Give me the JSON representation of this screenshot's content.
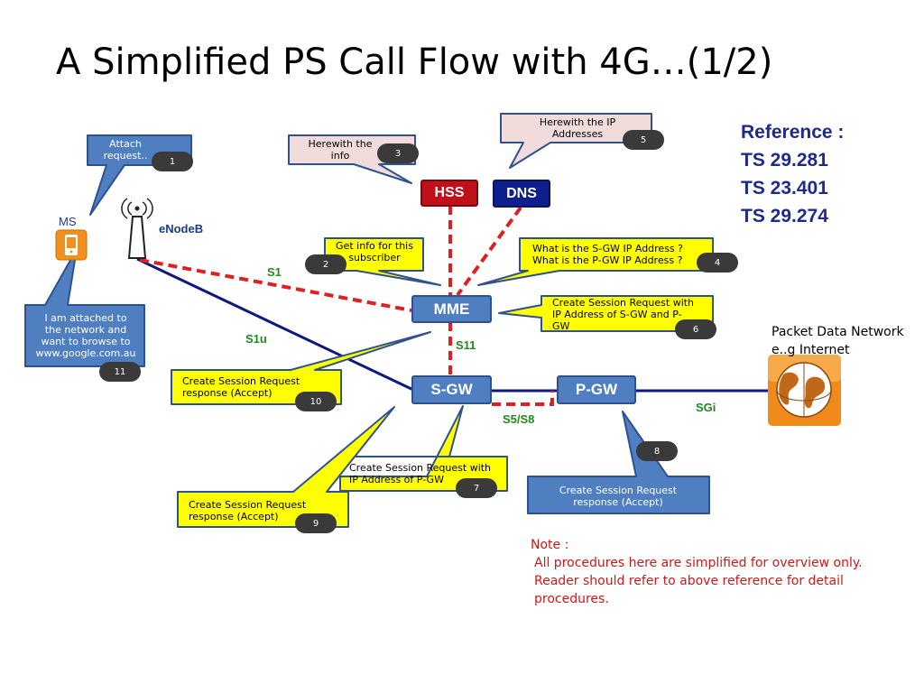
{
  "title": "A Simplified PS Call Flow with 4G…(1/2)",
  "reference": {
    "heading": "Reference :",
    "specs": [
      "TS 29.281",
      "TS 23.401",
      "TS 29.274"
    ]
  },
  "nodes": {
    "hss": "HSS",
    "dns": "DNS",
    "mme": "MME",
    "sgw": "S-GW",
    "pgw": "P-GW",
    "enodeb": "eNodeB",
    "ms": "MS",
    "pdn_line1": "Packet Data Network",
    "pdn_line2": "e..g Internet"
  },
  "interfaces": {
    "s1": "S1",
    "s1u": "S1u",
    "s11": "S11",
    "s5s8": "S5/S8",
    "sgi": "SGi"
  },
  "callouts": {
    "c1": {
      "line1": "Attach",
      "line2": "request..",
      "num": "1"
    },
    "c2": {
      "line1": "Get info for this",
      "line2": "subscriber",
      "num": "2"
    },
    "c3": {
      "line1": "Herewith the",
      "line2": "info",
      "num": "3"
    },
    "c4": {
      "line1": "What is the S-GW IP Address ?",
      "line2": "What is the P-GW IP Address ?",
      "num": "4"
    },
    "c5": {
      "line1": "Herewith the IP",
      "line2": "Addresses",
      "num": "5"
    },
    "c6": {
      "line1": "Create Session Request  with",
      "line2": "IP Address of S-GW and P-",
      "line3": "GW",
      "num": "6"
    },
    "c7": {
      "line1": "Create Session Request with",
      "line2": "IP Address of P-GW",
      "num": "7"
    },
    "c8": {
      "line1": "Create Session Request",
      "line2": "response (Accept)",
      "num": "8"
    },
    "c9": {
      "line1": "Create Session Request",
      "line2": "response (Accept)",
      "num": "9"
    },
    "c10": {
      "line1": "Create Session Request",
      "line2": "response (Accept)",
      "num": "10"
    },
    "c11": {
      "line1": "I am attached to",
      "line2": "the network and",
      "line3": "want to browse to",
      "line4": "www.google.com.au",
      "num": "11"
    }
  },
  "note": {
    "heading": "Note :",
    "line1": "All procedures here are simplified for overview only.",
    "line2": "Reader should refer to above reference for detail",
    "line3": "procedures."
  },
  "colors": {
    "hss": "#c0101a",
    "dns": "#0d1f8c",
    "core_node": "#4f7fc0",
    "link_blue": "#0d1880",
    "link_red": "#e02020",
    "callout_yellow": "#ffff00",
    "callout_blue": "#4f7fc0",
    "callout_pink": "#f2dcdb"
  }
}
